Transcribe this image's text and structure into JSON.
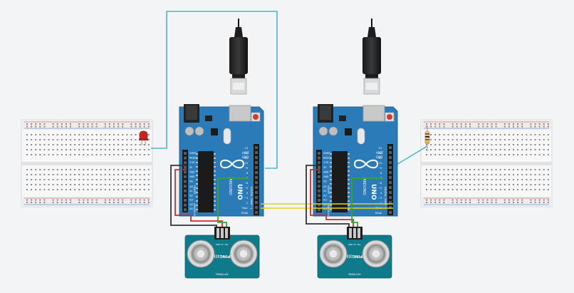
{
  "canvas": {
    "background": "#f2f4f5"
  },
  "boards": [
    {
      "brand": "ARDUINO",
      "model": "UNO",
      "labels": {
        "aref": "AREF",
        "gnd": "GND",
        "pins": [
          "13",
          "12",
          "~11",
          "~10",
          "~9",
          "8",
          "7",
          "~6",
          "~5",
          "4",
          "~3",
          "2",
          "TX▸1",
          "RX◂0"
        ],
        "digital": "DIGITAL (PWM ~)",
        "power": [
          "IOREF",
          "RESET",
          "3.3V",
          "5V",
          "GND",
          "GND",
          "Vin"
        ],
        "analog": [
          "A0",
          "A1",
          "A2",
          "A3",
          "A4",
          "A5"
        ],
        "power_label": "POWER",
        "analog_label": "ANALOG IN"
      }
    },
    {
      "brand": "ARDUINO",
      "model": "UNO",
      "labels": {
        "aref": "AREF",
        "gnd": "GND",
        "pins": [
          "13",
          "12",
          "~11",
          "~10",
          "~9",
          "8",
          "7",
          "~6",
          "~5",
          "4",
          "~3",
          "2",
          "TX▸1",
          "RX◂0"
        ],
        "digital": "DIGITAL (PWM ~)",
        "power": [
          "IOREF",
          "RESET",
          "3.3V",
          "5V",
          "GND",
          "GND",
          "Vin"
        ],
        "analog": [
          "A0",
          "A1",
          "A2",
          "A3",
          "A4",
          "A5"
        ],
        "power_label": "POWER",
        "analog_label": "ANALOG IN"
      }
    }
  ],
  "sensors": [
    {
      "name": "PING)))",
      "pin_labels": [
        "GND",
        "5V",
        "SIG"
      ],
      "footer": "PARALLAX"
    },
    {
      "name": "PING)))",
      "pin_labels": [
        "GND",
        "5V",
        "SIG"
      ],
      "footer": "PARALLAX"
    }
  ],
  "colors": {
    "board": "#2b7bb8",
    "board_dark": "#1f5f91",
    "sensor": "#0f7a8a",
    "wire_red": "#d42a20",
    "wire_black": "#333333",
    "wire_green": "#3aa33d",
    "wire_yellow": "#e8d21c",
    "wire_cyan": "#4cb3cc",
    "led": "#c8261c"
  },
  "components": [
    "breadboard-left",
    "led-red",
    "arduino-left",
    "usb-cable-left",
    "ultrasonic-sensor-left",
    "arduino-right",
    "usb-cable-right",
    "ultrasonic-sensor-right",
    "breadboard-right",
    "resistor"
  ]
}
